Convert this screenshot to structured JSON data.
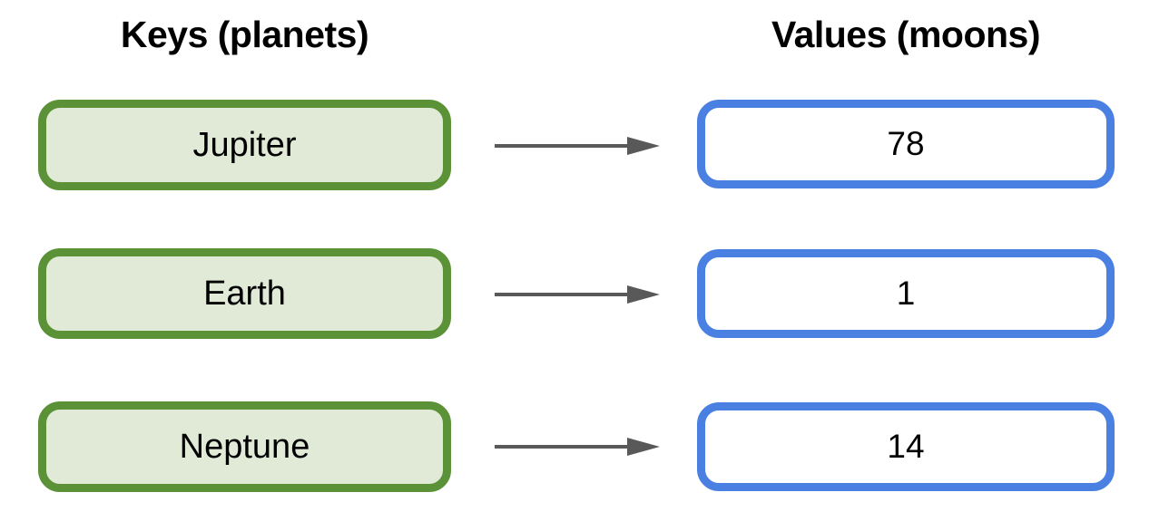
{
  "headers": {
    "keys": "Keys (planets)",
    "values": "Values (moons)"
  },
  "rows": [
    {
      "key": "Jupiter",
      "value": "78"
    },
    {
      "key": "Earth",
      "value": "1"
    },
    {
      "key": "Neptune",
      "value": "14"
    }
  ],
  "colors": {
    "key_box_border": "#5b9237",
    "key_box_fill": "#e0ead6",
    "value_box_border": "#4b80e3",
    "value_box_fill": "#ffffff",
    "arrow": "#595959",
    "text": "#000000",
    "background": "#ffffff"
  },
  "icons": {
    "arrow": "right-arrow-icon"
  }
}
